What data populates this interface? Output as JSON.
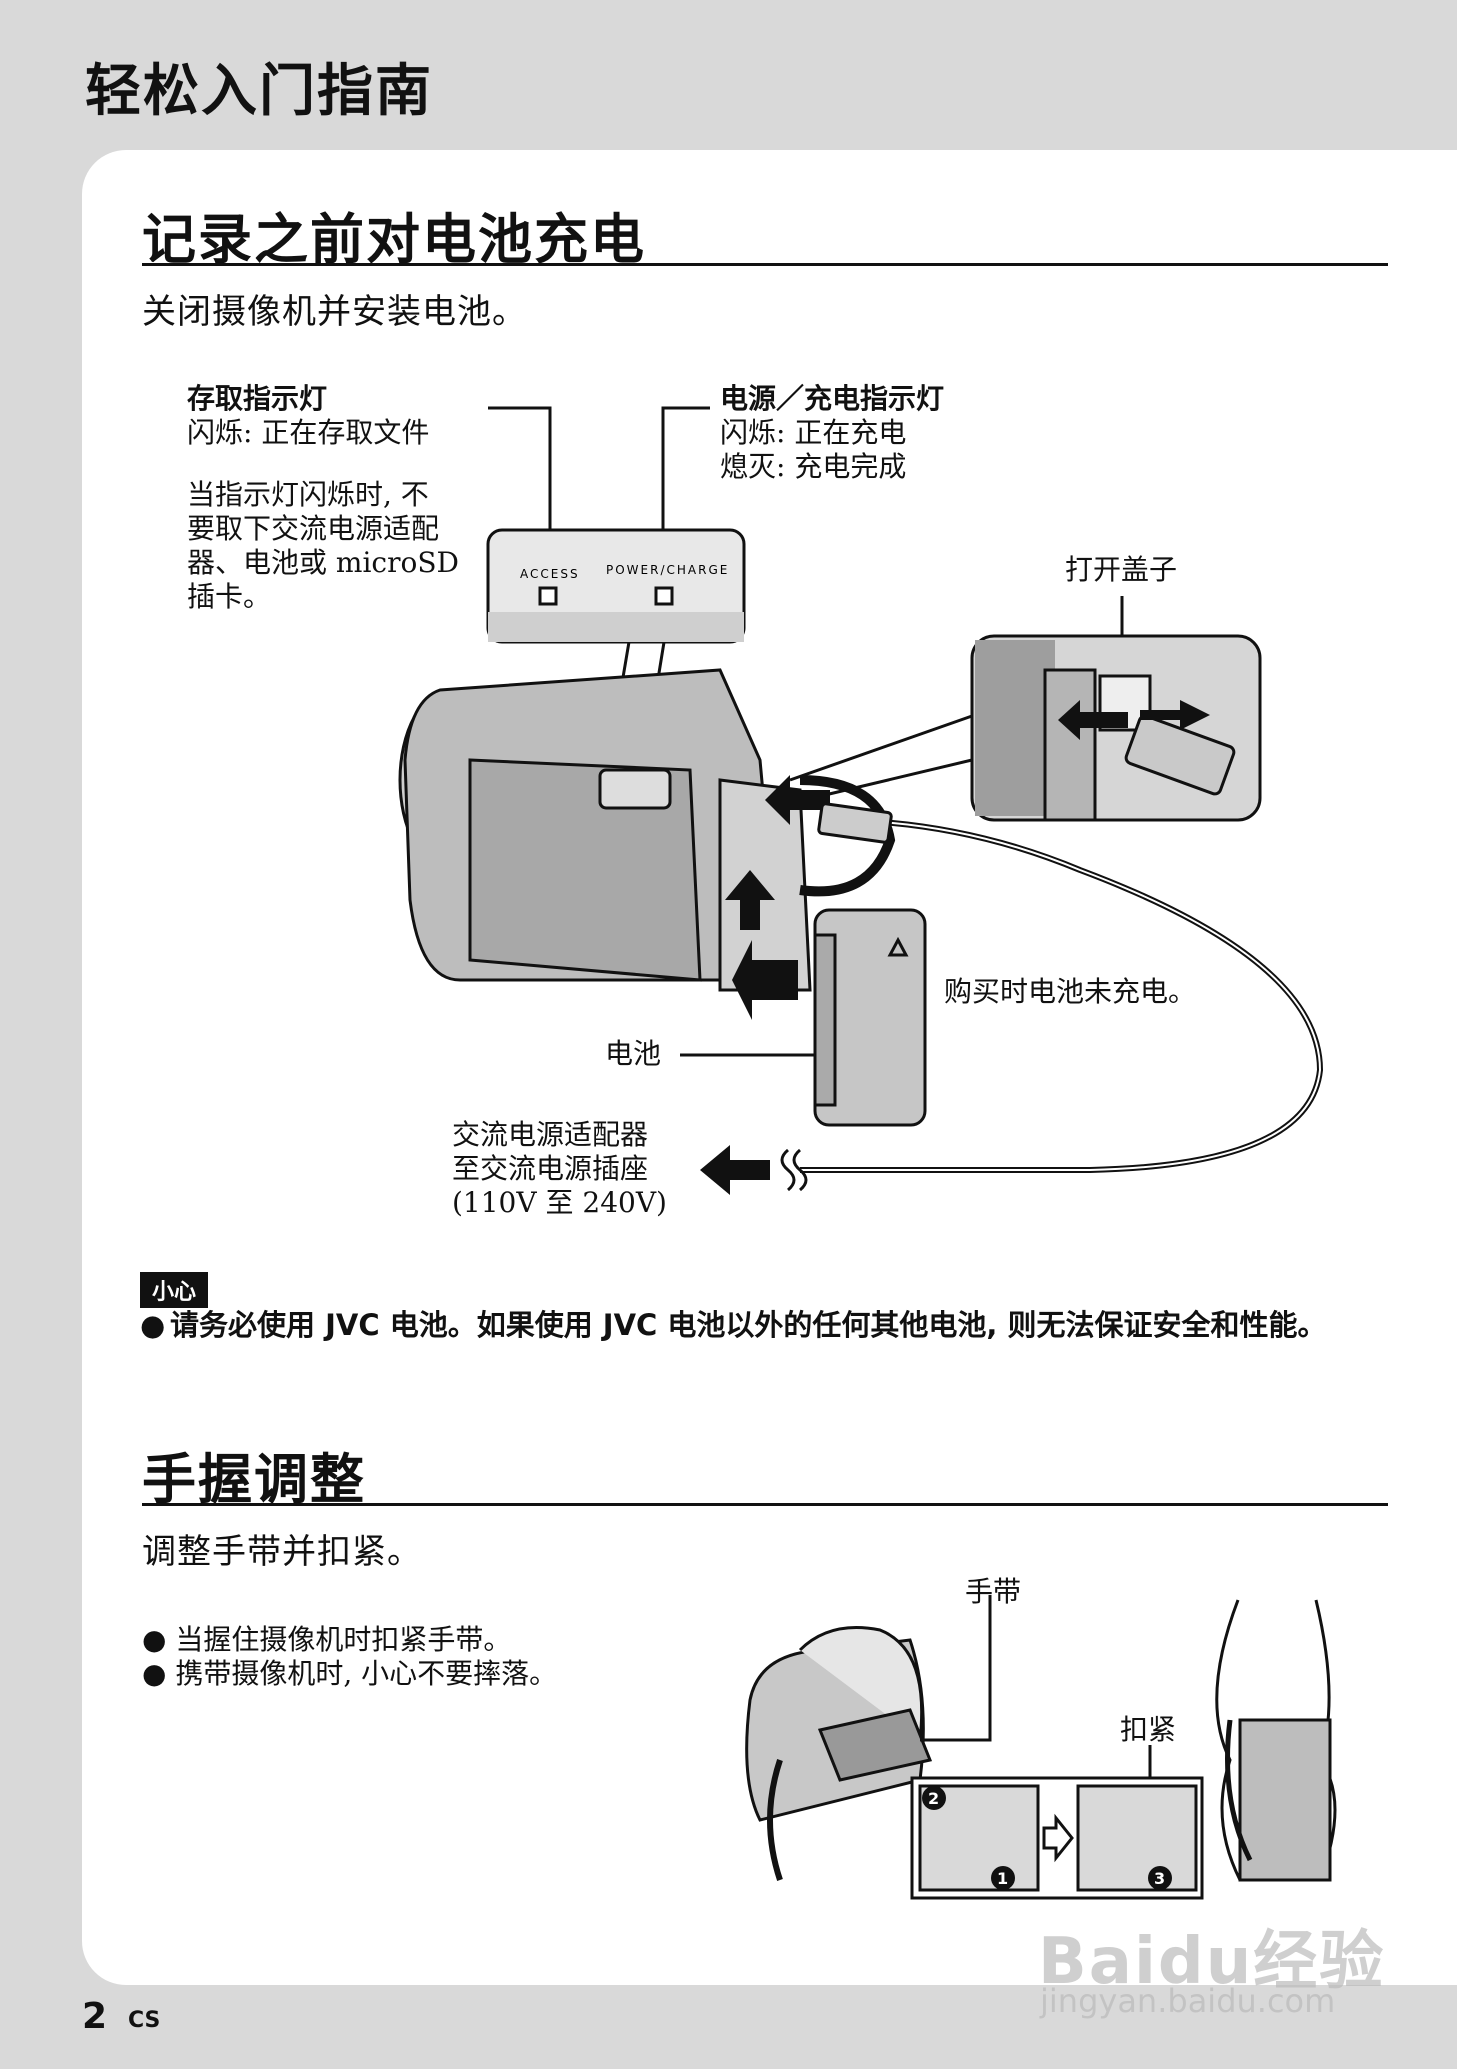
{
  "header": {
    "title": "轻松入门指南"
  },
  "charging": {
    "title": "记录之前对电池充电",
    "lead": "关闭摄像机并安装电池。",
    "access_title": "存取指示灯",
    "access_desc": "闪烁: 正在存取文件",
    "access_note": [
      "当指示灯闪烁时, 不",
      "要取下交流电源适配",
      "器、电池或 microSD",
      "插卡。"
    ],
    "power_title": "电源／充电指示灯",
    "power_lines": [
      "闪烁: 正在充电",
      "熄灭: 充电完成"
    ],
    "panel_label_access": "ACCESS",
    "panel_label_power": "POWER/CHARGE",
    "open_cover": "打开盖子",
    "battery_not_charged": "购买时电池未充电。",
    "battery": "电池",
    "adapter_lines": [
      "交流电源适配器",
      "至交流电源插座",
      "(110V 至 240V)"
    ]
  },
  "caution": {
    "badge": "小心",
    "bullet": "●",
    "text": "请务必使用 JVC 电池。如果使用 JVC 电池以外的任何其他电池, 则无法保证安全和性能。"
  },
  "grip": {
    "title": "手握调整",
    "lead": "调整手带并扣紧。",
    "bullets": [
      "● 当握住摄像机时扣紧手带。",
      "● 携带摄像机时, 小心不要摔落。"
    ],
    "strap_label": "手带",
    "fasten_label": "扣紧",
    "step_labels": [
      "2",
      "1",
      "3"
    ]
  },
  "footer": {
    "page_number": "2",
    "lang": "CS"
  },
  "watermark": {
    "logo": "Baidu经验",
    "url": "jingyan.baidu.com"
  }
}
